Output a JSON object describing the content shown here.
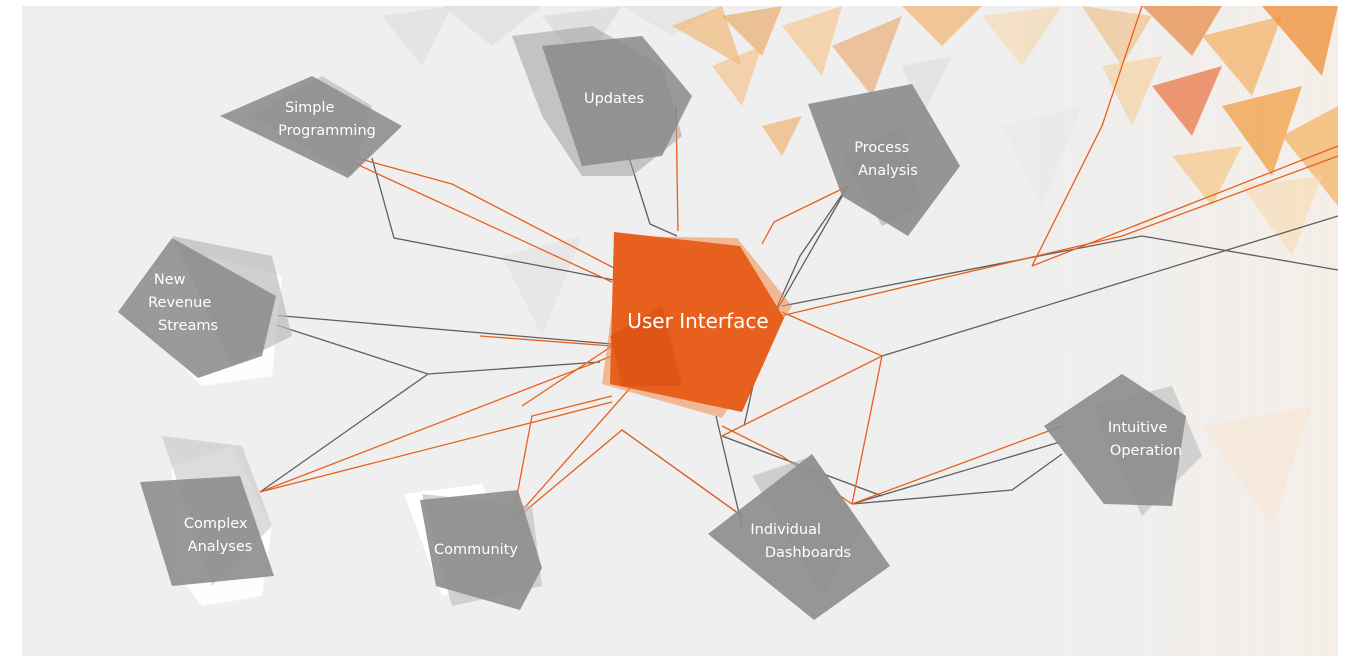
{
  "diagram": {
    "center": {
      "label_lines": [
        "User Interface"
      ]
    },
    "nodes": [
      {
        "id": "updates",
        "label_lines": [
          "Updates"
        ]
      },
      {
        "id": "simple-programming",
        "label_lines": [
          "Simple",
          "Programming"
        ]
      },
      {
        "id": "process-analysis",
        "label_lines": [
          "Process",
          "Analysis"
        ]
      },
      {
        "id": "new-revenue-streams",
        "label_lines": [
          "New",
          "Revenue",
          "Streams"
        ]
      },
      {
        "id": "complex-analyses",
        "label_lines": [
          "Complex",
          "Analyses"
        ]
      },
      {
        "id": "community",
        "label_lines": [
          "Community"
        ]
      },
      {
        "id": "individual-dashboards",
        "label_lines": [
          "Individual",
          "Dashboards"
        ]
      },
      {
        "id": "intuitive-operation",
        "label_lines": [
          "Intuitive",
          "Operation"
        ]
      }
    ]
  },
  "colors": {
    "background": "#efefef",
    "center_node": "#e8601d",
    "node": "#8f8f8f",
    "orange_line": "#e8601d",
    "gray_line": "#5f5f5f",
    "accent_gradient": [
      "#f7a33a",
      "#d9521b"
    ]
  }
}
